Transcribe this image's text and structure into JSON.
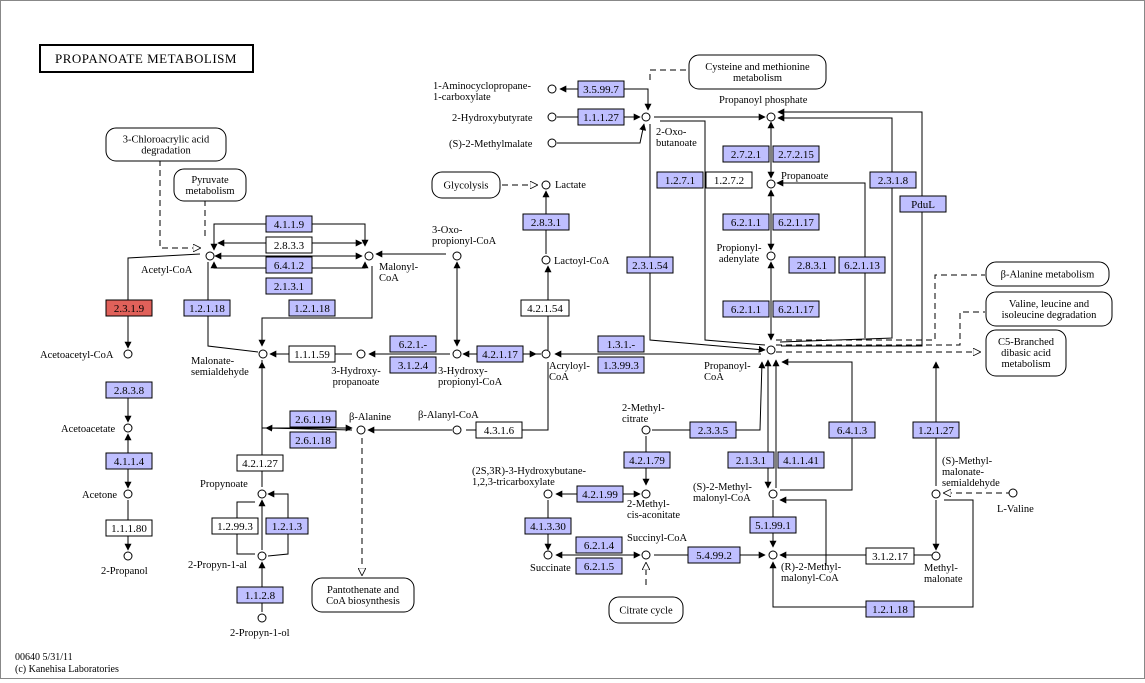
{
  "title": "PROPANOATE METABOLISM",
  "footer": {
    "map_id_date": "00640 5/31/11",
    "copyright": "(c) Kanehisa Laboratories"
  },
  "colors": {
    "enzyme_fill": "#bfbfff",
    "highlight_fill": "#e0615a",
    "plain_fill": "#ffffff",
    "line": "#000000"
  },
  "enzymes": {
    "e_3_5_99_7": "3.5.99.7",
    "e_1_1_1_27": "1.1.1.27",
    "e_2_7_2_1": "2.7.2.1",
    "e_2_7_2_15": "2.7.2.15",
    "e_1_2_7_1": "1.2.7.1",
    "e_1_2_7_2": "1.2.7.2",
    "e_2_3_1_8": "2.3.1.8",
    "e_pdul": "PduL",
    "e_6_2_1_1_a": "6.2.1.1",
    "e_6_2_1_17_a": "6.2.1.17",
    "e_2_8_3_1_a": "2.8.3.1",
    "e_6_2_1_13": "6.2.1.13",
    "e_6_2_1_1_b": "6.2.1.1",
    "e_6_2_1_17_b": "6.2.1.17",
    "e_2_3_1_54": "2.3.1.54",
    "e_2_8_3_1_b": "2.8.3.1",
    "e_4_2_1_54": "4.2.1.54",
    "e_4_1_1_9": "4.1.1.9",
    "e_2_8_3_3": "2.8.3.3",
    "e_6_4_1_2": "6.4.1.2",
    "e_2_1_3_1_a": "2.1.3.1",
    "e_1_2_1_18_a": "1.2.1.18",
    "e_1_2_1_18_b": "1.2.1.18",
    "e_2_3_1_9": "2.3.1.9",
    "e_2_8_3_8": "2.8.3.8",
    "e_4_1_1_4": "4.1.1.4",
    "e_1_1_1_80": "1.1.1.80",
    "e_1_1_1_59": "1.1.1.59",
    "e_6_2_1_dash": "6.2.1.-",
    "e_3_1_2_4": "3.1.2.4",
    "e_4_2_1_17": "4.2.1.17",
    "e_1_3_1_dash": "1.3.1.-",
    "e_1_3_99_3": "1.3.99.3",
    "e_2_6_1_19": "2.6.1.19",
    "e_2_6_1_18": "2.6.1.18",
    "e_4_3_1_6": "4.3.1.6",
    "e_4_2_1_27": "4.2.1.27",
    "e_1_2_99_3": "1.2.99.3",
    "e_1_2_1_3": "1.2.1.3",
    "e_1_1_2_8": "1.1.2.8",
    "e_2_3_3_5": "2.3.3.5",
    "e_4_2_1_79": "4.2.1.79",
    "e_4_2_1_99": "4.2.1.99",
    "e_4_1_3_30": "4.1.3.30",
    "e_6_2_1_4": "6.2.1.4",
    "e_6_2_1_5": "6.2.1.5",
    "e_5_4_99_2": "5.4.99.2",
    "e_2_1_3_1_b": "2.1.3.1",
    "e_4_1_1_41": "4.1.1.41",
    "e_6_4_1_3": "6.4.1.3",
    "e_1_2_1_27": "1.2.1.27",
    "e_5_1_99_1": "5.1.99.1",
    "e_3_1_2_17": "3.1.2.17",
    "e_1_2_1_18_c": "1.2.1.18"
  },
  "compounds": {
    "aminocyclopropane": "1-Aminocyclopropane-\n1-carboxylate",
    "hydroxybutyrate": "2-Hydroxybutyrate",
    "methylmalate": "(S)-2-Methylmalate",
    "oxobutanoate": "2-Oxo-\nbutanoate",
    "propanoyl_phosphate": "Propanoyl phosphate",
    "propanoate": "Propanoate",
    "propionyl_adenylate": "Propionyl-\nadenylate",
    "lactate": "Lactate",
    "lactoyl_coa": "Lactoyl-CoA",
    "acetyl_coa": "Acetyl-CoA",
    "malonyl_coa": "Malonyl-\nCoA",
    "oxopropionyl_coa": "3-Oxo-\npropionyl-CoA",
    "acetoacetyl_coa": "Acetoacetyl-CoA",
    "acetoacetate": "Acetoacetate",
    "acetone": "Acetone",
    "propanol": "2-Propanol",
    "malonate_semialdehyde": "Malonate-\nsemialdehyde",
    "hydroxypropanoate": "3-Hydroxy-\npropanoate",
    "hydroxypropionyl_coa": "3-Hydroxy-\npropionyl-CoA",
    "acryloyl_coa": "Acryloyl-\nCoA",
    "propanoyl_coa": "Propanoyl-\nCoA",
    "beta_alanine": "β-Alanine",
    "beta_alanyl_coa": "β-Alanyl-CoA",
    "propynoate": "Propynoate",
    "propyn_1_al": "2-Propyn-1-al",
    "propyn_1_ol": "2-Propyn-1-ol",
    "methylcitrate": "2-Methyl-\ncitrate",
    "tricarboxylate": "(2S,3R)-3-Hydroxybutane-\n1,2,3-tricarboxylate",
    "methyl_cis_aconitate": "2-Methyl-\ncis-aconitate",
    "succinate": "Succinate",
    "succinyl_coa": "Succinyl-CoA",
    "s_methylmalonyl_coa": "(S)-2-Methyl-\nmalonyl-CoA",
    "r_methylmalonyl_coa": "(R)-2-Methyl-\nmalonyl-CoA",
    "methylmalonate_semialdehyde": "(S)-Methyl-\nmalonate-\nsemialdehyde",
    "methylmalonate": "Methyl-\nmalonate",
    "l_valine": "L-Valine"
  },
  "maps": {
    "cysteine": "Cysteine and methionine\nmetabolism",
    "chloroacrylic": "3-Chloroacrylic acid\ndegradation",
    "pyruvate": "Pyruvate\nmetabolism",
    "glycolysis": "Glycolysis",
    "beta_alanine_met": "β-Alanine metabolism",
    "valine": "Valine, leucine and\nisoleucine degradation",
    "c5_branched": "C5-Branched\ndibasic acid\nmetabolism",
    "pantothenate": "Pantothenate and\nCoA biosynthesis",
    "citrate_cycle": "Citrate cycle"
  }
}
